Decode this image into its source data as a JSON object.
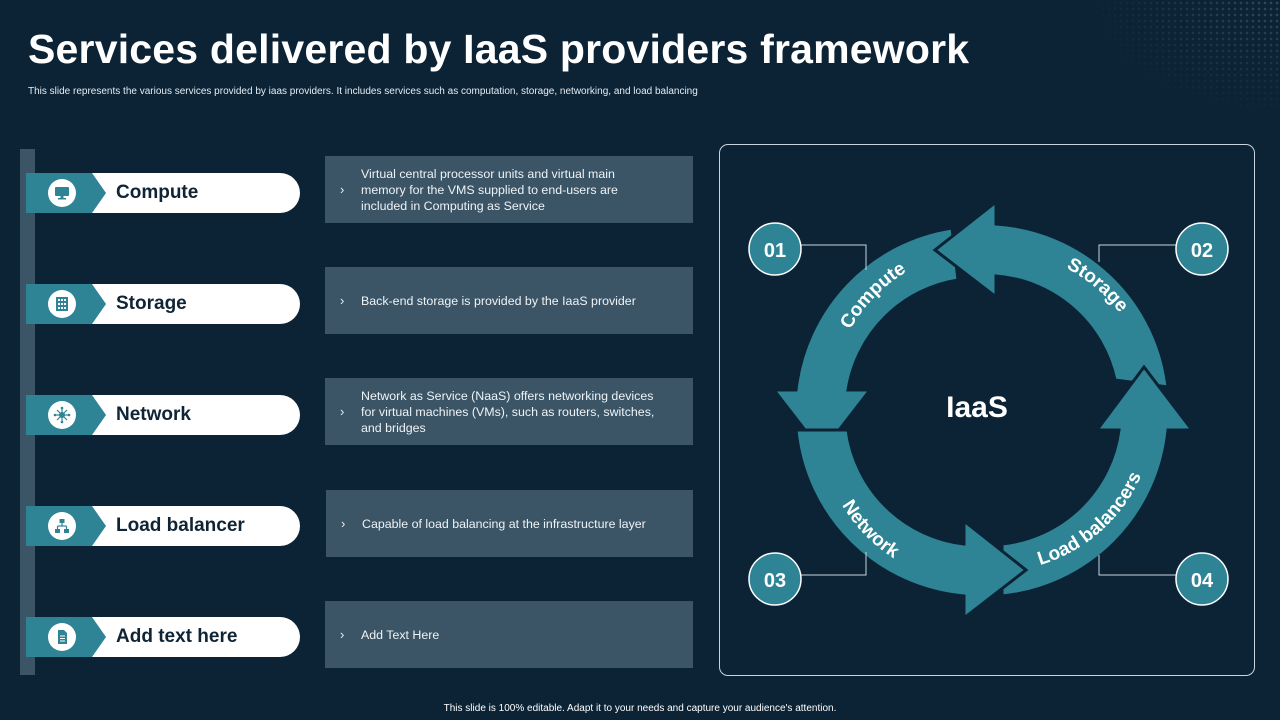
{
  "title": "Services delivered by IaaS providers framework",
  "subtitle": "This slide represents the various services provided by iaas providers. It includes services such as computation, storage, networking, and load balancing",
  "services": [
    {
      "label": "Compute",
      "icon": "monitor-icon",
      "description": "Virtual central processor units and virtual main memory for the VMS supplied to end-users are included in Computing as Service"
    },
    {
      "label": "Storage",
      "icon": "server-rack-icon",
      "description": "Back-end storage is provided by the IaaS provider"
    },
    {
      "label": "Network",
      "icon": "network-hub-icon",
      "description": "Network as Service (NaaS) offers networking devices for virtual machines (VMs), such as routers, switches, and bridges"
    },
    {
      "label": "Load balancer",
      "icon": "org-chart-icon",
      "description": "Capable of load balancing at the infrastructure layer"
    },
    {
      "label": "Add text here",
      "icon": "document-icon",
      "description": "Add Text Here"
    }
  ],
  "diagram": {
    "center": "IaaS",
    "segments": [
      {
        "number": "01",
        "label": "Compute"
      },
      {
        "number": "02",
        "label": "Storage"
      },
      {
        "number": "03",
        "label": "Network"
      },
      {
        "number": "04",
        "label": "Load balancers"
      }
    ]
  },
  "colors": {
    "background": "#0c2336",
    "accent": "#2e8494",
    "box": "#3b5566",
    "pill": "#ffffff"
  },
  "footer": "This slide is 100% editable. Adapt it to your needs and capture your audience's attention."
}
